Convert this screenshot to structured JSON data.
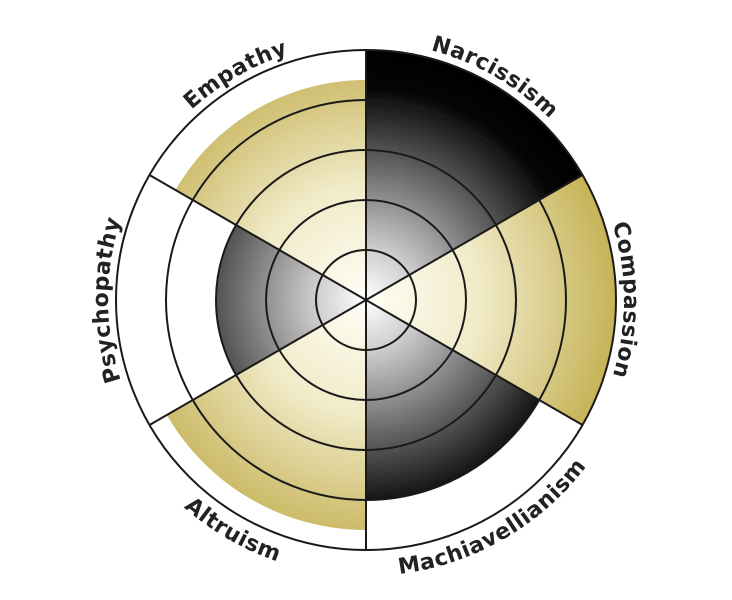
{
  "chart_data": {
    "type": "polar-area",
    "title": "",
    "rmax": 5,
    "ring_ticks": [
      1,
      2,
      3,
      4,
      5
    ],
    "grid": true,
    "categories": [
      "Narcissism",
      "Compassion",
      "Machiavellianism",
      "Altruism",
      "Psychopathy",
      "Empathy"
    ],
    "values": [
      5,
      5,
      4,
      4.6,
      3,
      4.4
    ],
    "colors": [
      "#000000",
      "#c8b45a",
      "#000000",
      "#c8b45a",
      "#000000",
      "#c8b45a"
    ]
  }
}
